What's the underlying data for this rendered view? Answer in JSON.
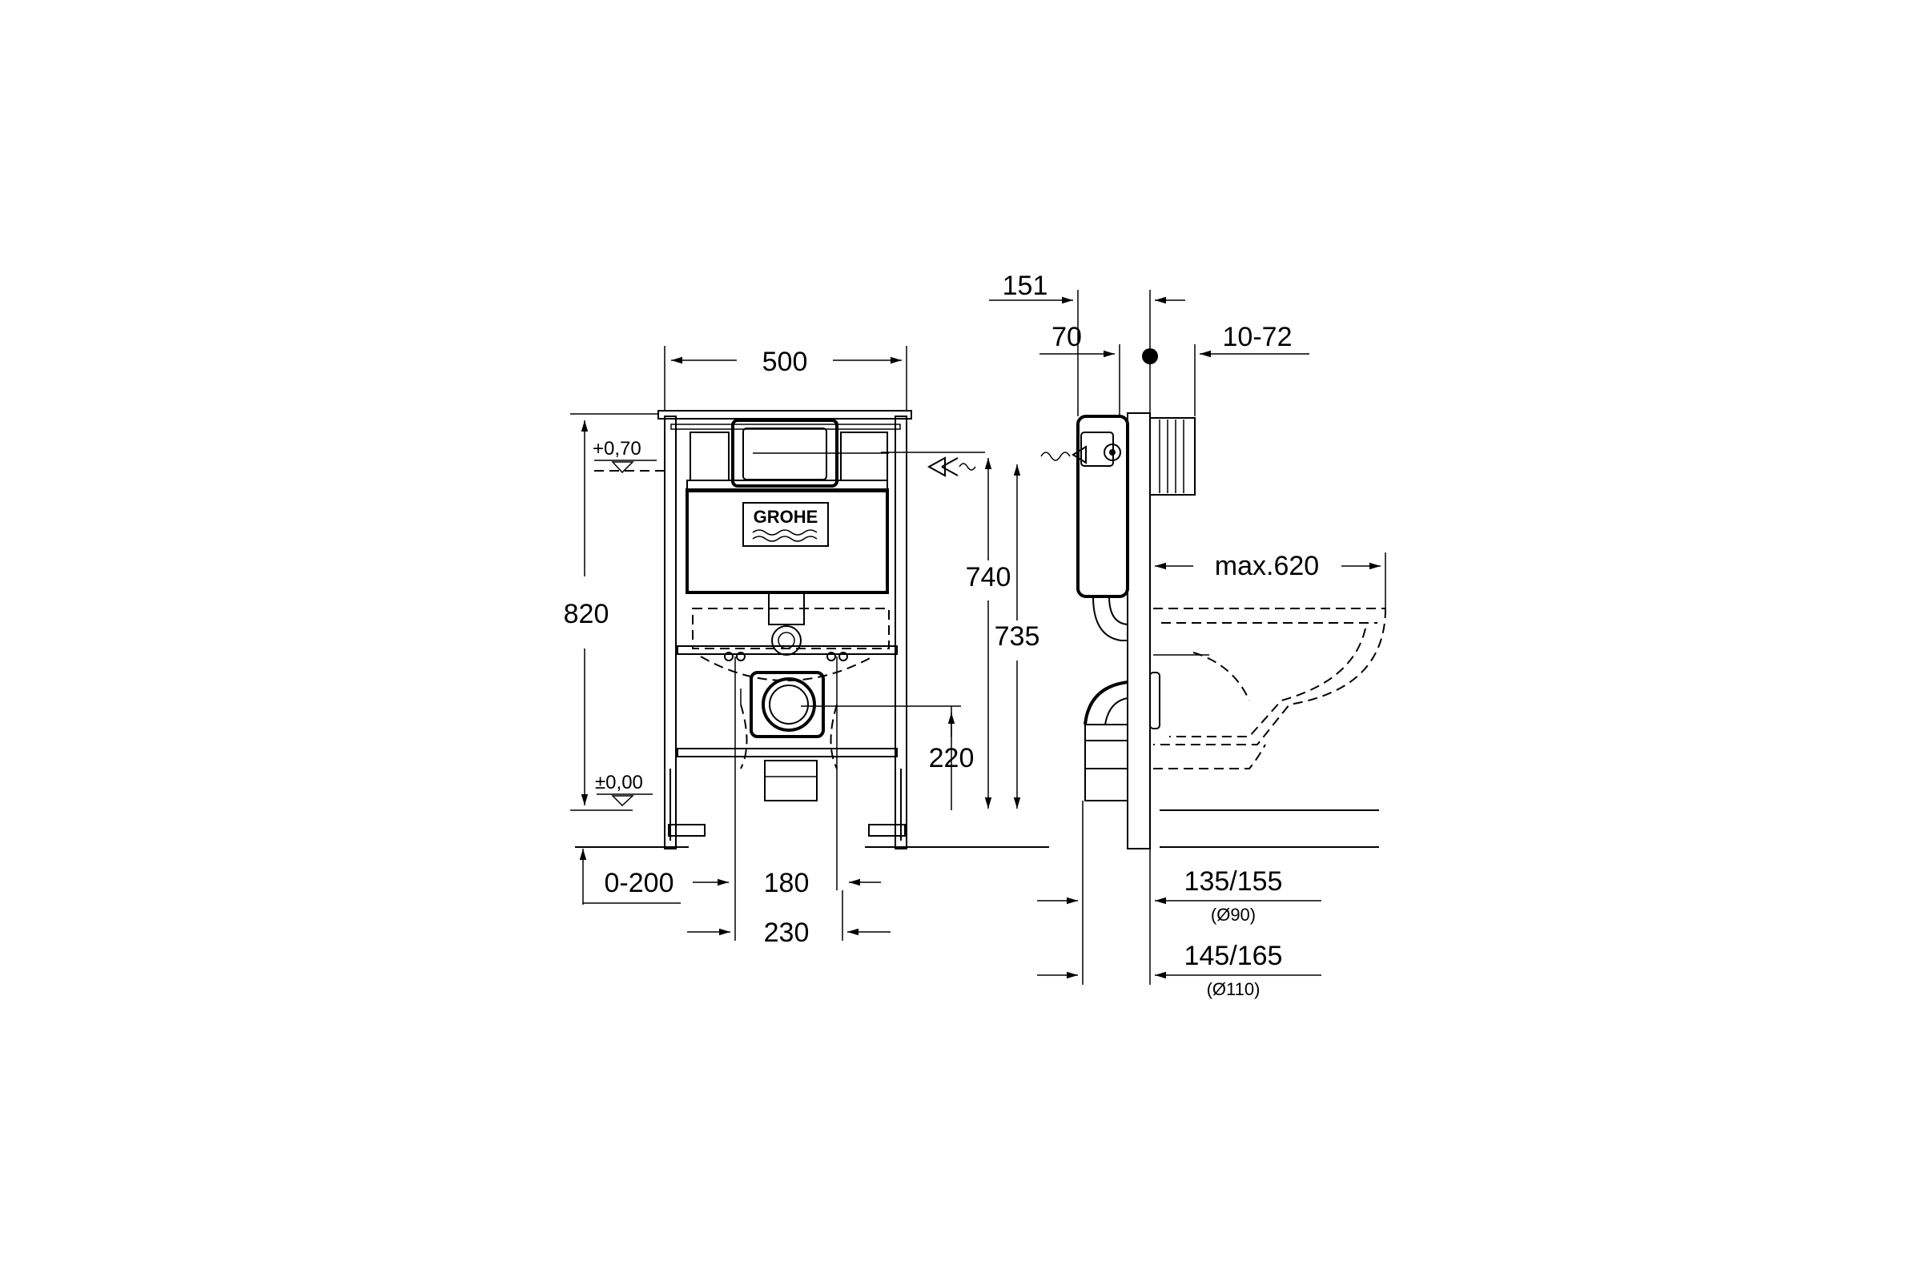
{
  "brand": {
    "logo_text": "GROHE"
  },
  "front_view": {
    "dimensions": {
      "width": "500",
      "height": "820",
      "level_top": "+0,70",
      "level_floor": "±0,00",
      "range_bottom": "0-200",
      "spacing_inner": "180",
      "spacing_outer": "230",
      "drain_height": "220",
      "supply_height_a": "740",
      "supply_height_b": "735"
    }
  },
  "side_view": {
    "dimensions": {
      "depth_total": "151",
      "depth_frame": "70",
      "wall_range": "10-72",
      "bowl_max": "max.620",
      "pipe_90": "135/155",
      "pipe_90_note": "(Ø90)",
      "pipe_110": "145/165",
      "pipe_110_note": "(Ø110)"
    }
  }
}
